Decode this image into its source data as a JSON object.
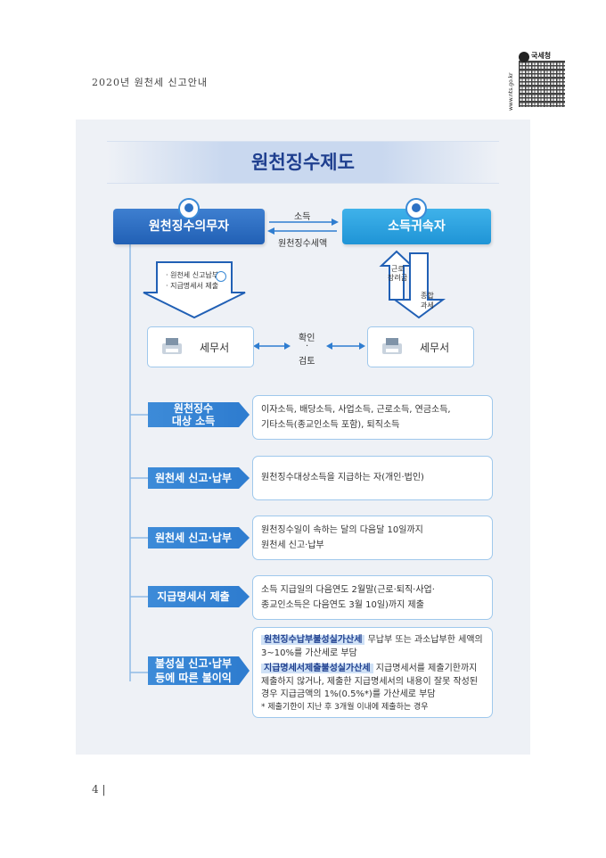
{
  "header": {
    "doc_title": "2020년 원천세 신고안내",
    "agency": "국세청",
    "qr_side": "www.nts.go.kr"
  },
  "diagram": {
    "title": "원천징수제도",
    "payer": "원천징수의무자",
    "recipient": "소득귀속자",
    "arrow_income": "소득",
    "arrow_tax": "원천징수세액",
    "payer_duties": [
      "· 원천세 신고납부",
      "· 지급명세서 제출"
    ],
    "wage_label": [
      "근로",
      "장려금"
    ],
    "comp_label": [
      "종합",
      "과세"
    ],
    "office_left": "세무서",
    "office_right": "세무서",
    "check_label": [
      "확인",
      "·",
      "검토"
    ]
  },
  "rows": [
    {
      "label": [
        "원천징수",
        "대상 소득"
      ],
      "text": [
        "이자소득, 배당소득, 사업소득, 근로소득, 연금소득,",
        "기타소득(종교인소득 포함), 퇴직소득"
      ]
    },
    {
      "label": [
        "원천세 신고·납부"
      ],
      "text": [
        "원천징수대상소득을 지급하는 자(개인·법인)"
      ]
    },
    {
      "label": [
        "원천세 신고·납부"
      ],
      "text": [
        "원천징수일이 속하는 달의 다음달 10일까지",
        "원천세 신고·납부"
      ]
    },
    {
      "label": [
        "지급명세서 제출"
      ],
      "text": [
        "소득 지급일의 다음연도 2월말(근로·퇴직·사업·",
        "종교인소득은 다음연도 3월 10일)까지 제출"
      ]
    },
    {
      "label": [
        "불성실 신고·납부",
        "등에 따른 불이익"
      ],
      "penalty1_tag": "원천징수납부불성실가산세",
      "penalty1_text": [
        "무납부 또는 과소납부한 세액의",
        "3~10%를 가산세로 부담"
      ],
      "penalty2_tag": "지급명세서제출불성실가산세",
      "penalty2_text": [
        "지급명세서를 제출기한까지",
        "제출하지 않거나, 제출한 지급명세서의 내용이 잘못 작성된",
        "경우 지급금액의 1%(0.5%*)를 가산세로 부담"
      ],
      "note": "* 제출기한이 지난 후 3개월 이내에 제출하는 경우"
    }
  ],
  "footer": {
    "page": "4 |"
  },
  "colors": {
    "title_blue": "#1f3f8f",
    "payer_blue": "#2160b5",
    "recipient_blue": "#1f94d6",
    "label_blue": "#2f7dd0"
  }
}
